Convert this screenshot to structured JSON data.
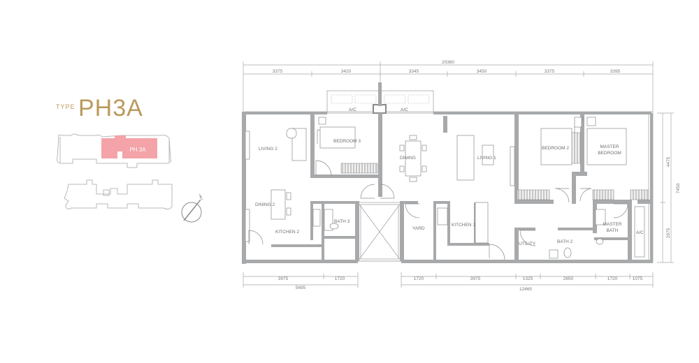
{
  "type_block": {
    "type_label": "TYPE",
    "unit_name": "PH3A"
  },
  "keyplan": {
    "unit_tag": "PH 3A"
  },
  "dimensions": {
    "overall_top": "20360",
    "top": [
      "3375",
      "3420",
      "3345",
      "3450",
      "3375",
      "3395"
    ],
    "right_total": "7450",
    "right": [
      "4475",
      "2975"
    ],
    "bottom_left": [
      "3975",
      "1720"
    ],
    "bottom_left_total": "5695",
    "bottom_right": [
      "1720",
      "3975",
      "1325",
      "2650",
      "1720",
      "1075"
    ],
    "bottom_right_total": "12465"
  },
  "rooms": {
    "ac_left": "A/C",
    "ac_right": "A/C",
    "bedroom3": "BEDROOM 3",
    "living2": "LIVING 2",
    "dining": "DINING",
    "living1": "LIVING 1",
    "bedroom2": "BEDROOM 2",
    "master_bedroom_1": "MASTER",
    "master_bedroom_2": "BEDROOM",
    "dining2": "DINING 2",
    "kitchen2": "KITCHEN 2",
    "bath3": "BATH 3",
    "yard": "YARD",
    "kitchen1": "KITCHEN 1",
    "utility": "UTILITY",
    "bath2": "BATH 2",
    "master_bath_1": "MASTER",
    "master_bath_2": "BATH",
    "ac_small": "A/C"
  },
  "colors": {
    "accent": "#b99a5c",
    "unit_highlight": "#f4a3a8",
    "wall": "#a7a9ab",
    "line": "#9c9c9c"
  }
}
